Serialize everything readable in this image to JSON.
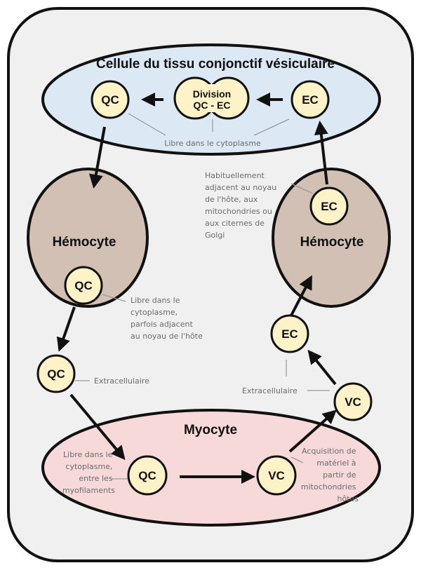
{
  "compartments": {
    "vesicular": "Cellule du tissu conjonctif vésiculaire",
    "hemocyte_left": "Hémocyte",
    "hemocyte_right": "Hémocyte",
    "myocyte": "Myocyte"
  },
  "nodes": {
    "qc_top": "QC",
    "division_line1": "Division",
    "division_line2": "QC - EC",
    "ec_top": "EC",
    "qc_hemo": "QC",
    "qc_extra": "QC",
    "qc_myo": "QC",
    "vc_myo": "VC",
    "vc_extra": "VC",
    "ec_extra": "EC",
    "ec_hemo": "EC"
  },
  "notes": {
    "vesicular_cytoplasm": "Libre dans le cytoplasme",
    "ec_hemo": [
      "Habituellement",
      "adjacent au noyau",
      "de l'hôte, aux",
      "mitochondries ou",
      "aux citernes de",
      "Golgi"
    ],
    "qc_hemo": [
      "Libre dans le",
      "cytoplasme,",
      "parfois adjacent",
      "au noyau de l'hôte"
    ],
    "qc_extra": "Extracellulaire",
    "vc_extra": "Extracellulaire",
    "qc_myo": [
      "Libre dans le",
      "cytoplasme,",
      "entre les",
      "myofilaments"
    ],
    "vc_myo": [
      "Acquisition de",
      "matériel à",
      "partir de",
      "mitochondries",
      "hôtes"
    ]
  },
  "colors": {
    "frame_bg": "#f0f0f0",
    "vesicular_fill": "#dde8f5",
    "hemocyte_fill": "#d3c0b4",
    "myocyte_fill": "#f8d9d9",
    "node_fill": "#fdf2c8",
    "stroke": "#111111",
    "note_text": "#6b6b6b",
    "leader_line": "#9a9a9a"
  }
}
